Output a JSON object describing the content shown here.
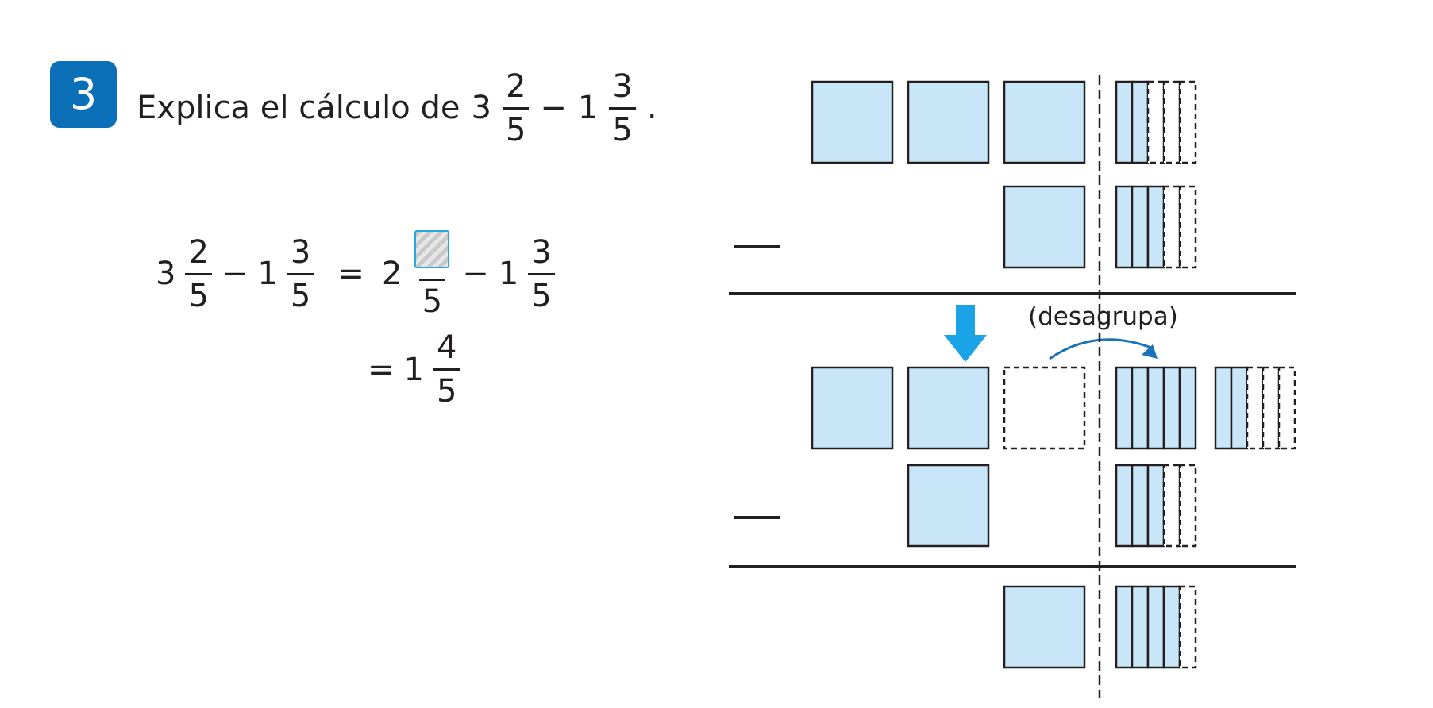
{
  "problem": {
    "number": "3",
    "text": "Explica el cálculo de",
    "mixed1": {
      "whole": "3",
      "num": "2",
      "den": "5"
    },
    "minus": "−",
    "mixed2": {
      "whole": "1",
      "num": "3",
      "den": "5"
    },
    "period": "."
  },
  "equation": {
    "line1": {
      "a": {
        "whole": "3",
        "num": "2",
        "den": "5"
      },
      "op1": "−",
      "b": {
        "whole": "1",
        "num": "3",
        "den": "5"
      },
      "equals": "=",
      "c": {
        "whole": "2",
        "den": "5"
      },
      "op2": "−",
      "d": {
        "whole": "1",
        "num": "3",
        "den": "5"
      }
    },
    "line2": {
      "equals": "=",
      "result": {
        "whole": "1",
        "num": "4",
        "den": "5"
      }
    }
  },
  "diagram": {
    "annotation": "(desagrupa)",
    "colors": {
      "fill": "#c8e6f8",
      "stroke": "#231f20",
      "arrow": "#1aa3e6",
      "curve": "#1a73b8"
    },
    "rows": [
      {
        "whole_solid": 3,
        "whole_dashed": 0,
        "fifths_solid": 2,
        "has_minus": false
      },
      {
        "whole_solid": 1,
        "whole_dashed": 0,
        "fifths_solid": 3,
        "has_minus": true
      },
      {
        "whole_solid": 2,
        "whole_dashed": 1,
        "fifths_solid": 5,
        "extra_fifths_solid": 2,
        "has_minus": false
      },
      {
        "whole_solid": 1,
        "whole_dashed": 0,
        "fifths_solid": 3,
        "has_minus": true
      },
      {
        "whole_solid": 1,
        "whole_dashed": 0,
        "fifths_solid": 4,
        "has_minus": false
      }
    ]
  }
}
